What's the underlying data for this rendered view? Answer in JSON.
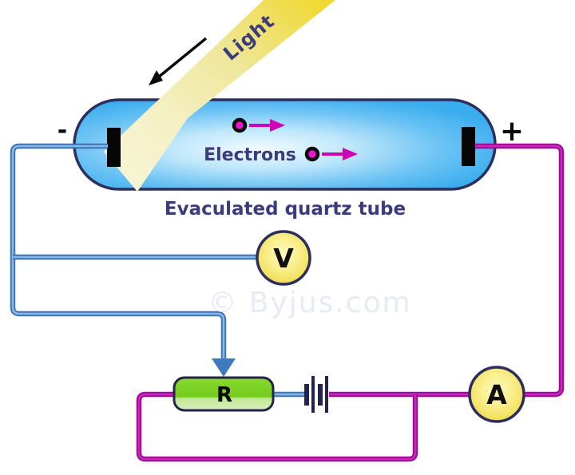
{
  "diagram": {
    "labels": {
      "light": "Light",
      "electrons": "Electrons",
      "tube_caption": "Evaculated quartz tube",
      "cathode_sign": "-",
      "anode_sign": "+",
      "voltmeter": "V",
      "ammeter": "A",
      "resistor": "R",
      "watermark": "© Byjus.com"
    },
    "colors": {
      "tube_fill_edge": "#3aadee",
      "tube_fill_center": "#f2fbff",
      "tube_border": "#2c2e5e",
      "beam_yellow": "#f1d832",
      "beam_pale": "#f7f4d4",
      "wire_negative_blue": "#3b74b6",
      "wire_positive_magenta": "#9e0b96",
      "electron_magenta": "#ea16cc",
      "electron_arrow": "#cf04b8",
      "meter_fill": "#f6e96d",
      "resistor_green": "#7ccf1f",
      "battery_dark": "#23234e",
      "label_text": "#3b3b7e",
      "watermark_text": "#e8eaf4"
    }
  }
}
